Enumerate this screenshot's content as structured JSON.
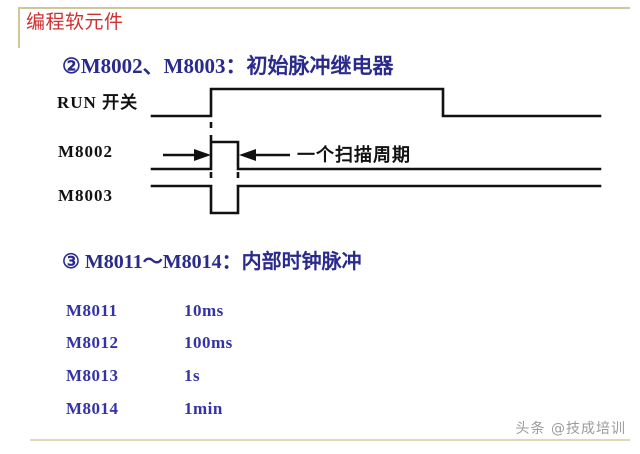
{
  "slide": {
    "title": "编程软元件",
    "title_color": "#cf3030",
    "rule_color": "#cfc79a",
    "background": "#ffffff"
  },
  "headings": {
    "item2": "②M8002、M8003：初始脉冲继电器",
    "item3": "③ M8011～M8014：内部时钟脉冲",
    "color": "#2a2a8c"
  },
  "diagram": {
    "signals": [
      {
        "label": "RUN 开关",
        "name": "run-switch"
      },
      {
        "label": "M8002",
        "name": "m8002"
      },
      {
        "label": "M8003",
        "name": "m8003"
      }
    ],
    "annotation": "一个扫描周期",
    "line_color": "#111111"
  },
  "clock_table": {
    "rows": [
      {
        "device": "M8011",
        "period": "10ms"
      },
      {
        "device": "M8012",
        "period": "100ms"
      },
      {
        "device": "M8013",
        "period": "1s"
      },
      {
        "device": "M8014",
        "period": "1min"
      }
    ],
    "color": "#3333a6"
  },
  "footer": {
    "watermark": "头条 @技成培训",
    "rule_color": "#ddd9b4"
  },
  "chart_data": {
    "type": "line",
    "title": "初始脉冲继电器时序图",
    "xlabel": "",
    "ylabel": "",
    "annotations": [
      "一个扫描周期"
    ],
    "x_events": [
      211,
      238,
      443
    ],
    "series": [
      {
        "name": "RUN 开关",
        "points": [
          {
            "x": 160,
            "y": 0
          },
          {
            "x": 211,
            "y": 0
          },
          {
            "x": 211,
            "y": 1
          },
          {
            "x": 443,
            "y": 1
          },
          {
            "x": 443,
            "y": 0
          },
          {
            "x": 600,
            "y": 0
          }
        ]
      },
      {
        "name": "M8002",
        "points": [
          {
            "x": 160,
            "y": 0
          },
          {
            "x": 211,
            "y": 0
          },
          {
            "x": 211,
            "y": 1
          },
          {
            "x": 238,
            "y": 1
          },
          {
            "x": 238,
            "y": 0
          },
          {
            "x": 600,
            "y": 0
          }
        ]
      },
      {
        "name": "M8003",
        "points": [
          {
            "x": 160,
            "y": 1
          },
          {
            "x": 211,
            "y": 1
          },
          {
            "x": 211,
            "y": 0
          },
          {
            "x": 238,
            "y": 0
          },
          {
            "x": 238,
            "y": 1
          },
          {
            "x": 600,
            "y": 1
          }
        ]
      }
    ]
  }
}
